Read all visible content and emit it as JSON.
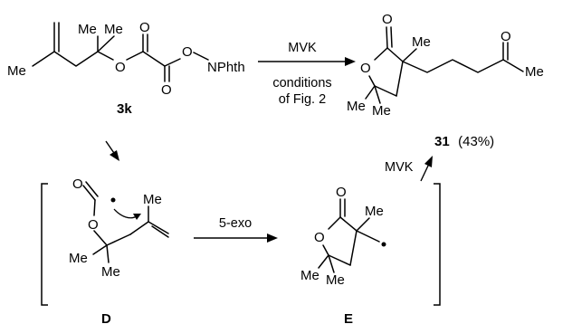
{
  "compounds": {
    "start": {
      "label": "3k",
      "atoms": {
        "me_vinyl": "Me",
        "me_a": "Me",
        "me_b": "Me",
        "o_ester": "O",
        "o_co1": "O",
        "o_co2": "O",
        "o_link": "O",
        "nphth": "NPhth"
      }
    },
    "product": {
      "label": "31",
      "yield": "(43%)",
      "atoms": {
        "o_carbonyl": "O",
        "o_ring": "O",
        "me_quat": "Me",
        "me_ring_a": "Me",
        "me_ring_b": "Me",
        "o_ketone": "O",
        "me_ketone": "Me"
      }
    },
    "intermediate_d": {
      "label": "D",
      "atoms": {
        "o_top": "O",
        "o_ester": "O",
        "me_top": "Me",
        "me_a": "Me",
        "me_b": "Me"
      }
    },
    "intermediate_e": {
      "label": "E",
      "atoms": {
        "o_carbonyl": "O",
        "o_ring": "O",
        "me_quat": "Me",
        "me_ring_a": "Me",
        "me_ring_b": "Me"
      }
    }
  },
  "arrows": {
    "main": {
      "above": "MVK",
      "below_line1": "conditions",
      "below_line2": "of Fig. 2"
    },
    "cyclization": {
      "above": "5-exo"
    },
    "addition": {
      "label": "MVK"
    }
  }
}
